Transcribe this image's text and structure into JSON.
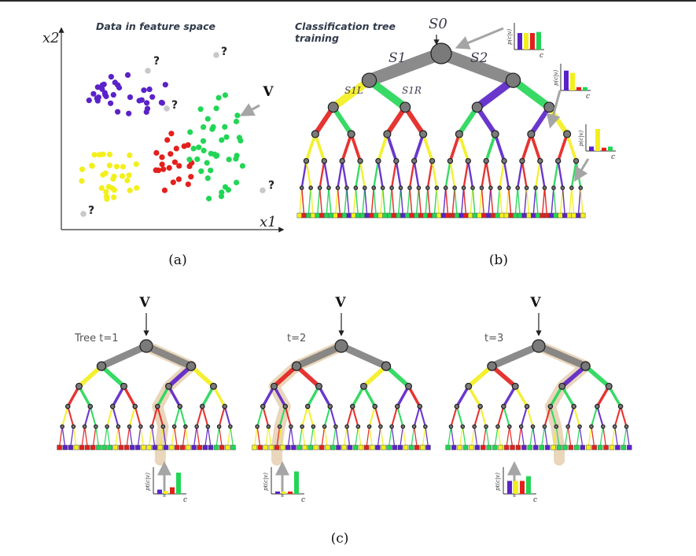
{
  "panel_a": {
    "title": "Data in feature space",
    "x_axis_label": "x1",
    "y_axis_label": "x2",
    "new_point_label": "V",
    "unknown_mark": "?",
    "caption": "(a)",
    "clusters": [
      {
        "color": "#5a22c8",
        "name": "purple"
      },
      {
        "color": "#f3ef1c",
        "name": "yellow"
      },
      {
        "color": "#e3201c",
        "name": "red"
      },
      {
        "color": "#22d655",
        "name": "green"
      }
    ]
  },
  "panel_b": {
    "title_line1": "Classification tree",
    "title_line2": "training",
    "root_label": "S0",
    "left_label": "S1",
    "right_label": "S2",
    "left_left_label": "S1L",
    "left_right_label": "S1R",
    "hist_axis_label": "p(c|v)",
    "hist_x_label": "c",
    "caption": "(b)"
  },
  "panel_c": {
    "trees": [
      {
        "label": "Tree t=1",
        "input_label": "V",
        "posterior": [
          0.18,
          0.12,
          0.28,
          0.9
        ]
      },
      {
        "label": "t=2",
        "input_label": "V",
        "posterior": [
          0.1,
          0.1,
          0.1,
          0.95
        ]
      },
      {
        "label": "t=3",
        "input_label": "V",
        "posterior": [
          0.55,
          0.55,
          0.55,
          0.75
        ]
      }
    ],
    "hist_axis_label": "pt(c|v)",
    "hist_x_label": "c",
    "caption": "(c)"
  },
  "colors": {
    "purple": "#5a22c8",
    "yellow": "#f3ef1c",
    "red": "#e3201c",
    "green": "#22d655",
    "tree_gray": "#7f7f7f",
    "highlight": "#e2c8a4"
  },
  "histograms_b": [
    {
      "values": [
        0.75,
        0.75,
        0.75,
        0.8
      ]
    },
    {
      "values": [
        0.9,
        0.8,
        0.15,
        0.15
      ]
    },
    {
      "values": [
        0.2,
        1.0,
        0.15,
        0.2
      ]
    }
  ]
}
